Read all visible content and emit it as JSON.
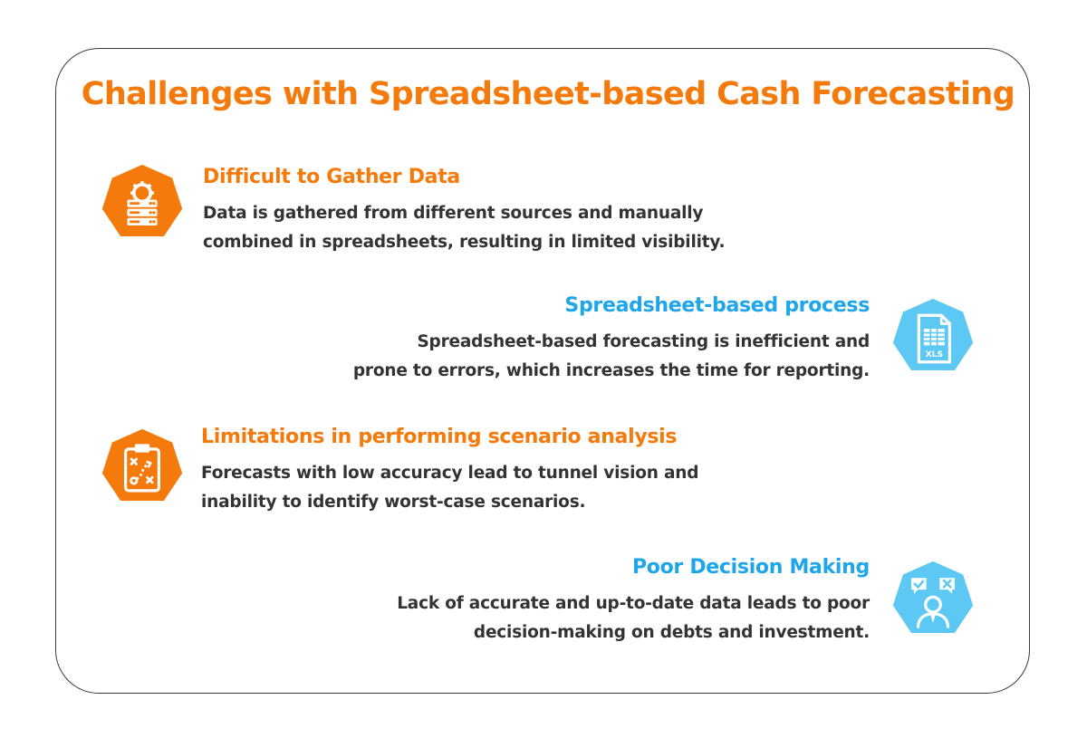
{
  "title": "Challenges with Spreadsheet-based Cash Forecasting",
  "colors": {
    "orange": "#f47a0b",
    "blue": "#1ea5ea",
    "icon_blue": "#5ec8f5",
    "text": "#333333"
  },
  "items": [
    {
      "heading": "Difficult to Gather Data",
      "body_line1": "Data is gathered from different sources and manually",
      "body_line2": "combined in spreadsheets, resulting in limited visibility.",
      "icon": "data-server-gear-icon",
      "color": "orange"
    },
    {
      "heading": "Spreadsheet-based process",
      "body_line1": "Spreadsheet-based forecasting is inefficient and",
      "body_line2": "prone to errors, which increases the time for reporting.",
      "icon": "xls-file-icon",
      "icon_label": "XLS",
      "color": "blue"
    },
    {
      "heading": "Limitations in performing scenario analysis",
      "body_line1": "Forecasts with low accuracy lead to tunnel vision and",
      "body_line2": "inability to identify worst-case scenarios.",
      "icon": "strategy-clipboard-icon",
      "color": "orange"
    },
    {
      "heading": "Poor Decision Making",
      "body_line1": "Lack of accurate and up-to-date data leads to poor",
      "body_line2": "decision-making on debts and investment.",
      "icon": "decision-person-icon",
      "color": "blue"
    }
  ]
}
